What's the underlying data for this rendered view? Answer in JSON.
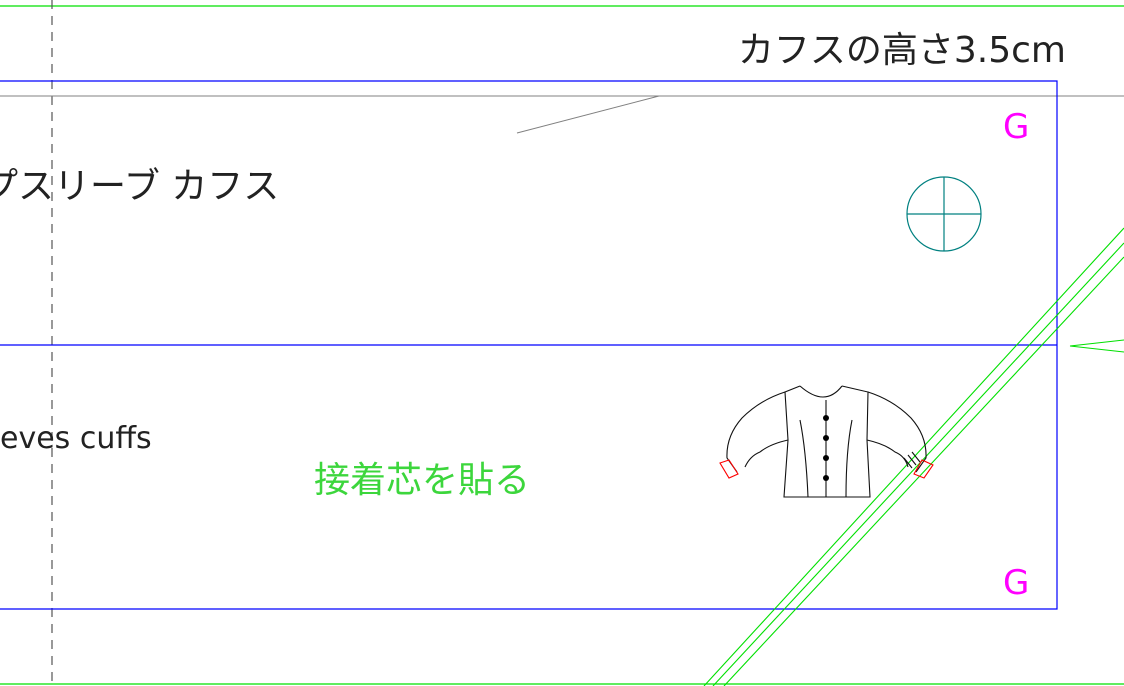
{
  "labels": {
    "cuff_height": "カフスの高さ3.5cm",
    "piece_name_jp": "プスリーブ カフス",
    "piece_name_en": "eves cuffs",
    "interfacing_note": "接着芯を貼る",
    "grain_mark_top": "G",
    "grain_mark_bottom": "G"
  },
  "colors": {
    "background": "#ffffff",
    "outline": "#0000ff",
    "guide_green": "#00e000",
    "guide_gray": "#808080",
    "dashed_line": "#555555",
    "grain_mark": "#ff00ff",
    "crosshair": "#008080",
    "text": "#222222",
    "interfacing_text": "#3cd63c",
    "cuff_highlight": "#ff0000"
  },
  "icons": {
    "crosshair": "crosshair-circle-icon",
    "garment": "blouse-sketch-icon"
  }
}
